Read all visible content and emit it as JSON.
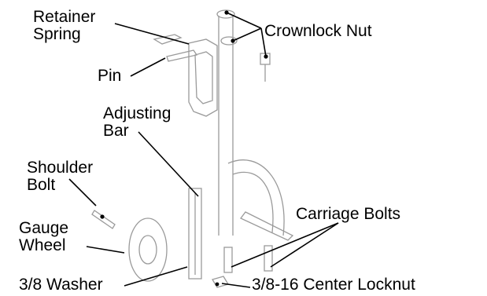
{
  "labels": {
    "retainer_spring": [
      "Retainer",
      "Spring"
    ],
    "crownlock_nut": "Crownlock Nut",
    "pin": "Pin",
    "adjusting_bar": [
      "Adjusting",
      "Bar"
    ],
    "shoulder_bolt": [
      "Shoulder",
      "Bolt"
    ],
    "gauge_wheel": [
      "Gauge",
      "Wheel"
    ],
    "carriage_bolts": "Carriage Bolts",
    "washer": "3/8 Washer",
    "center_locknut": "3/8-16 Center Locknut"
  },
  "colors": {
    "ink": "#000000",
    "paper": "#ffffff",
    "part": "#d9d9d9"
  }
}
